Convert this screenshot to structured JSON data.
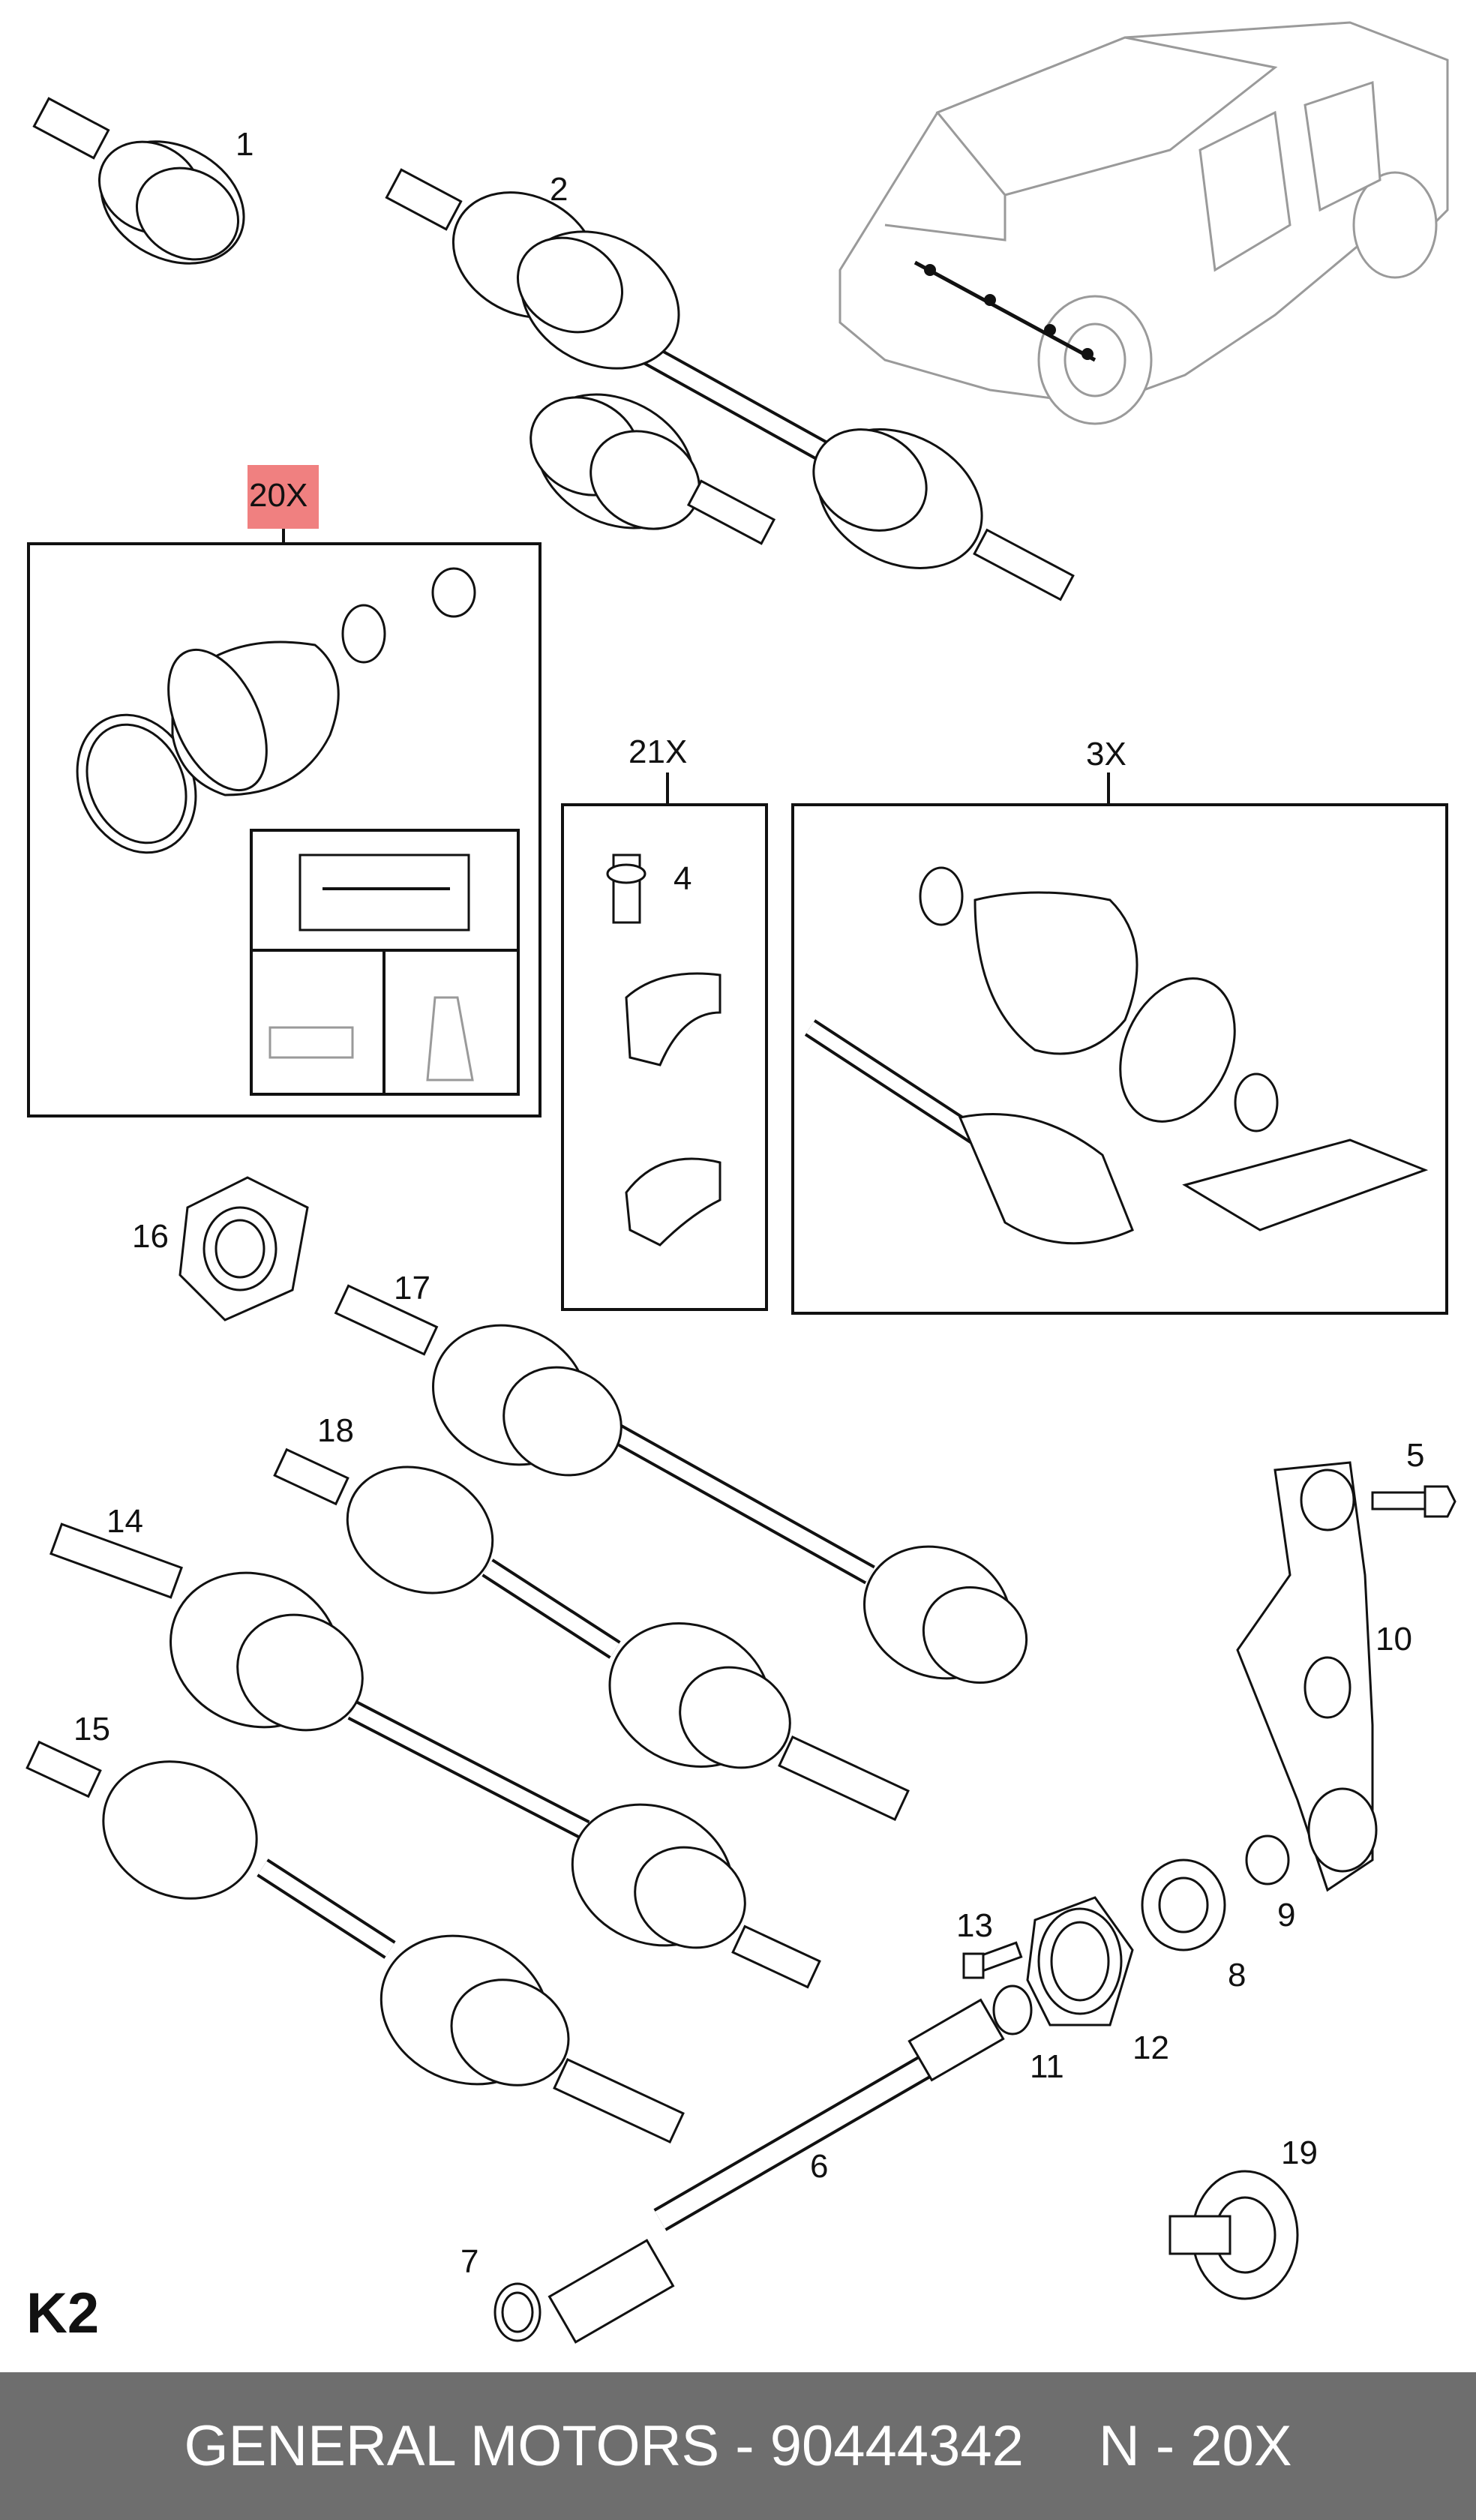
{
  "diagram": {
    "section_code": "K2",
    "highlighted_part": "20X",
    "part_labels": [
      "1",
      "2",
      "20X",
      "21X",
      "3X",
      "4",
      "16",
      "17",
      "18",
      "14",
      "15",
      "5",
      "10",
      "9",
      "13",
      "8",
      "11",
      "12",
      "6",
      "7",
      "19"
    ],
    "highlight_color": "#f08080"
  },
  "footer": {
    "brand": "GENERAL MOTORS",
    "separator": "-",
    "part_number": "90444342",
    "note": "N - 20X",
    "background": "#6e6e6e"
  }
}
